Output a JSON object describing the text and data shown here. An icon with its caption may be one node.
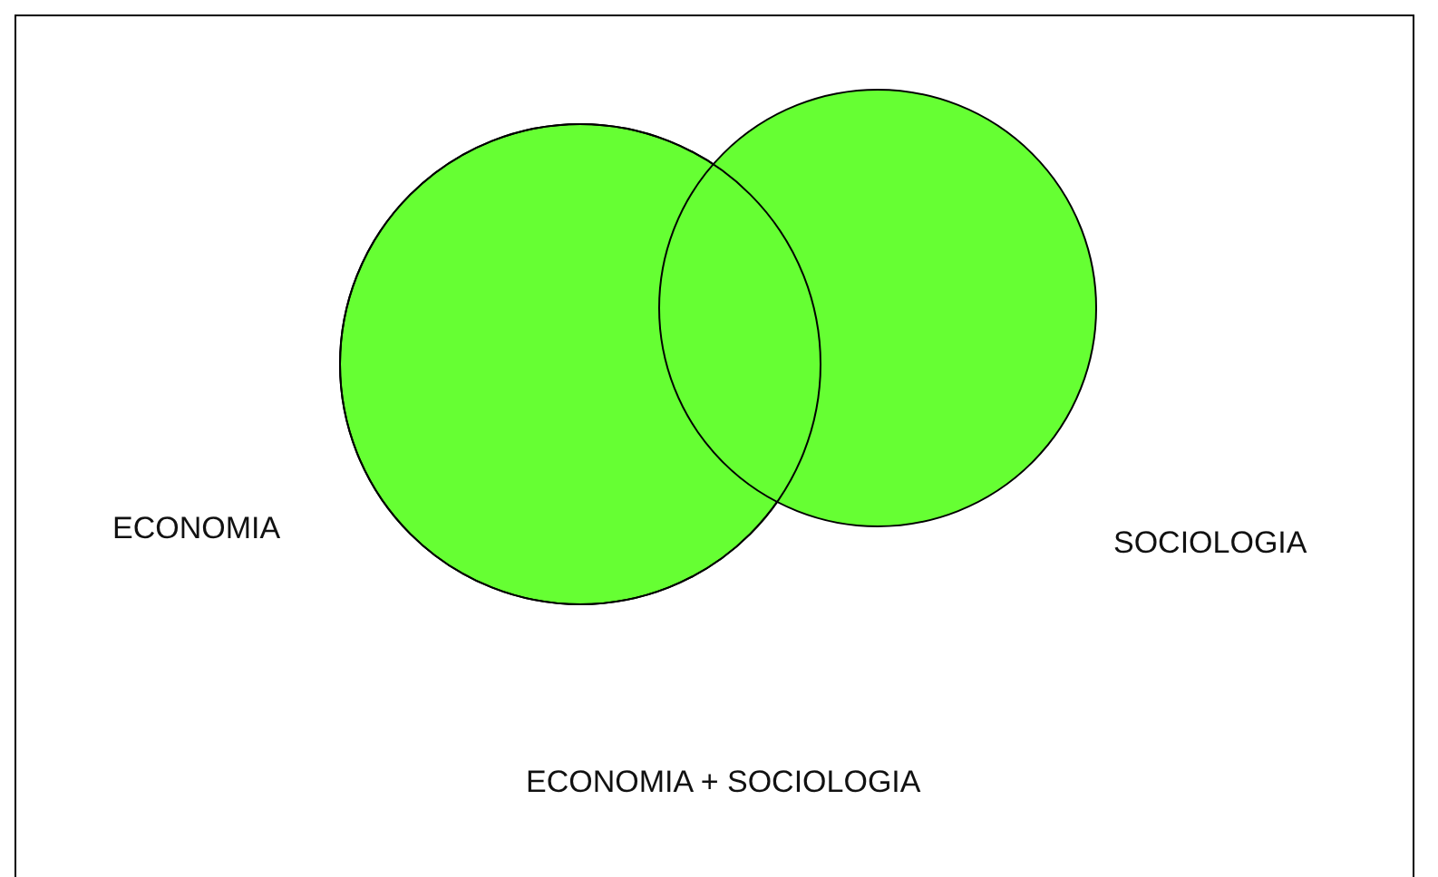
{
  "diagram": {
    "nodes": [
      {
        "text": [],
        "shape": "circle",
        "beside": [
          "ECONOMIA"
        ]
      },
      {
        "text": [],
        "shape": "circle",
        "beside": [
          "SOCIOLOGIA"
        ]
      }
    ],
    "labels": [
      "ECONOMIA + SOCIOLOGIA"
    ]
  }
}
